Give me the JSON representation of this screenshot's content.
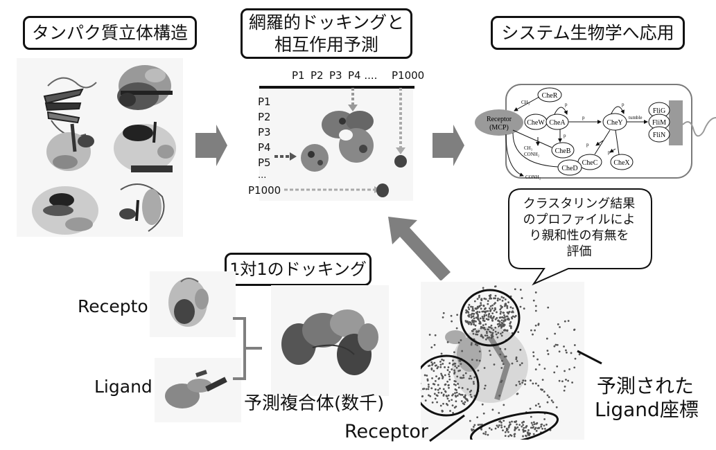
{
  "titles": {
    "protein_structure": "タンパク質立体構造",
    "exhaustive_docking_line1": "網羅的ドッキングと",
    "exhaustive_docking_line2": "相互作用予測",
    "systems_biology": "システム生物学へ応用",
    "one_to_one_docking": "1対1のドッキング"
  },
  "matrix": {
    "column_headers": [
      "P1",
      "P2",
      "P3",
      "P4 ....",
      "P1000"
    ],
    "row_headers": [
      "P1",
      "P2",
      "P3",
      "P4",
      "P5",
      "...",
      "P1000"
    ]
  },
  "pathway": {
    "receptor_line1": "Receptor",
    "receptor_line2": "(MCP)",
    "nodes": [
      "CheR",
      "CheW",
      "CheA",
      "CheB",
      "CheY",
      "CheC",
      "CheD",
      "CheX",
      "FliG",
      "FliM",
      "FliN"
    ],
    "edge_labels": {
      "ch3_top": "CH₃",
      "p_chea_self": "p",
      "p_chea_chey": "p",
      "p_cheb": "p",
      "p_chey_self": "p",
      "tumble": "tumble",
      "ch3_conh2_line1": "CH₃",
      "ch3_conh2_line2": "CONH₂",
      "conh2_bottom": "CONH₂",
      "p_chec": "p",
      "p_chex": "p"
    }
  },
  "callout": {
    "lines": [
      "クラスタリング結果",
      "のプロファイルによ",
      "り親和性の有無を",
      "評価"
    ]
  },
  "labels": {
    "receptor": "Receptor",
    "ligand": "Ligand",
    "predicted_complex": "予測複合体(数千)",
    "receptor_bottom": "Receptor",
    "predicted_coords_line1": "予測された",
    "predicted_coords_line2": "Ligand座標"
  },
  "colors": {
    "arrow": "#7f7f7f",
    "dashed_arrow": "#a8a8a8",
    "panel": "#f6f6f6",
    "receptor_ellipse": "#9a9a9a",
    "cell_border": "#7a7a7a",
    "flagellar_motor": "#9a9a9a"
  }
}
